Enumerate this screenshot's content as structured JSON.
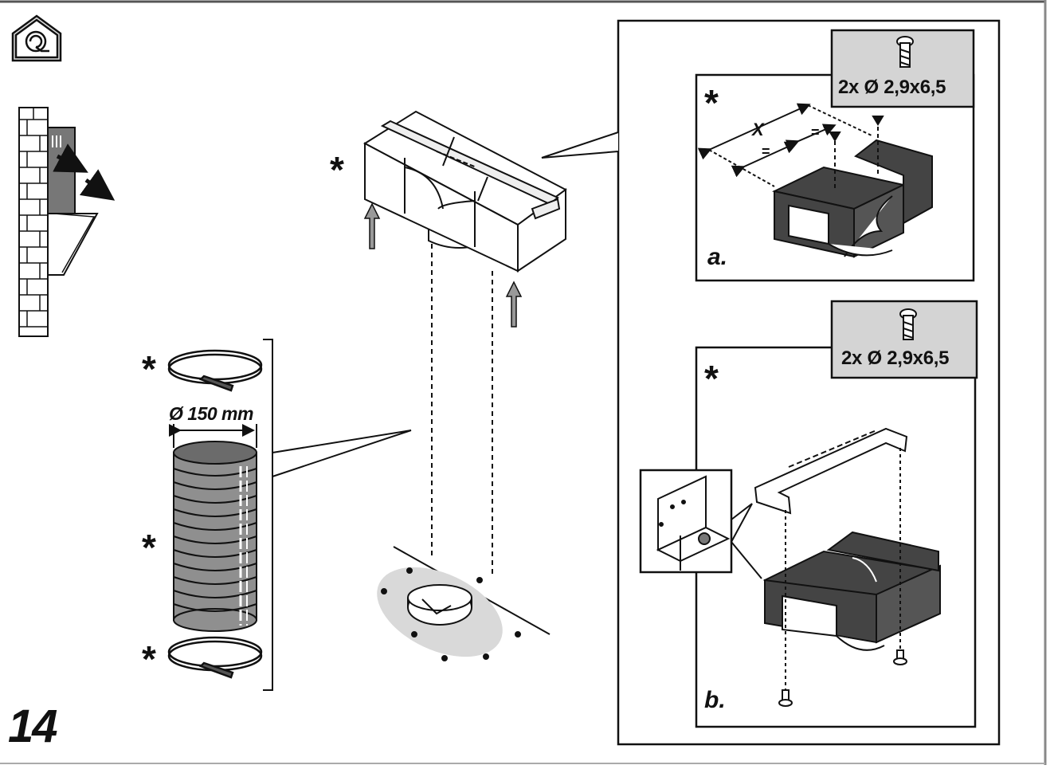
{
  "page_number": "14",
  "asterisk": "*",
  "duct": {
    "diameter_label": "Ø 150 mm"
  },
  "detail_a": {
    "label": "a.",
    "screws": "2x Ø 2,9x6,5",
    "x_label": "X",
    "equal_sign": "="
  },
  "detail_b": {
    "label": "b.",
    "screws": "2x Ø 2,9x6,5"
  },
  "icons": [
    "house-recirculation-icon",
    "wall-hood-icon",
    "screw-icon",
    "up-arrow-icon"
  ],
  "colors": {
    "line": "#111111",
    "dark_fill": "#555555",
    "mid_fill": "#8a8a8a",
    "light_fill": "#d9d9d9",
    "panel_fill": "#d4d4d4"
  }
}
